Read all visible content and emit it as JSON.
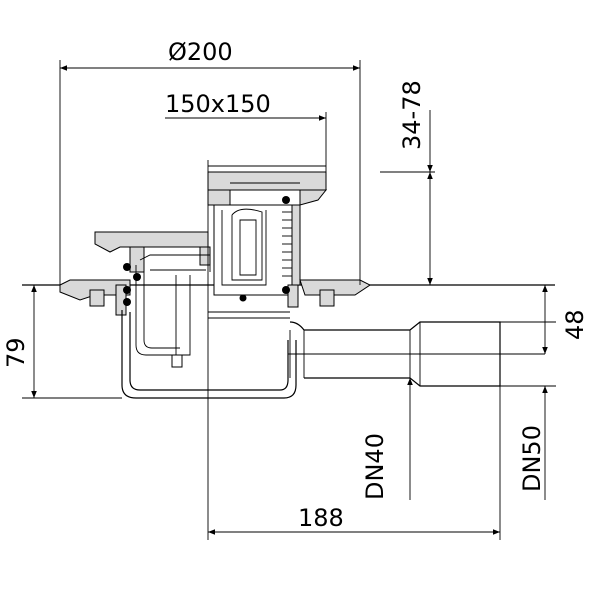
{
  "dimensions": {
    "outer_diameter": "Ø200",
    "grate_size": "150x150",
    "height_range": "34-78",
    "outlet_height": "48",
    "total_height": "79",
    "dn_inner": "DN40",
    "dn_outer": "DN50",
    "length": "188"
  },
  "colors": {
    "line": "#000000",
    "hatch": "#d9d9d9",
    "background": "#ffffff"
  }
}
